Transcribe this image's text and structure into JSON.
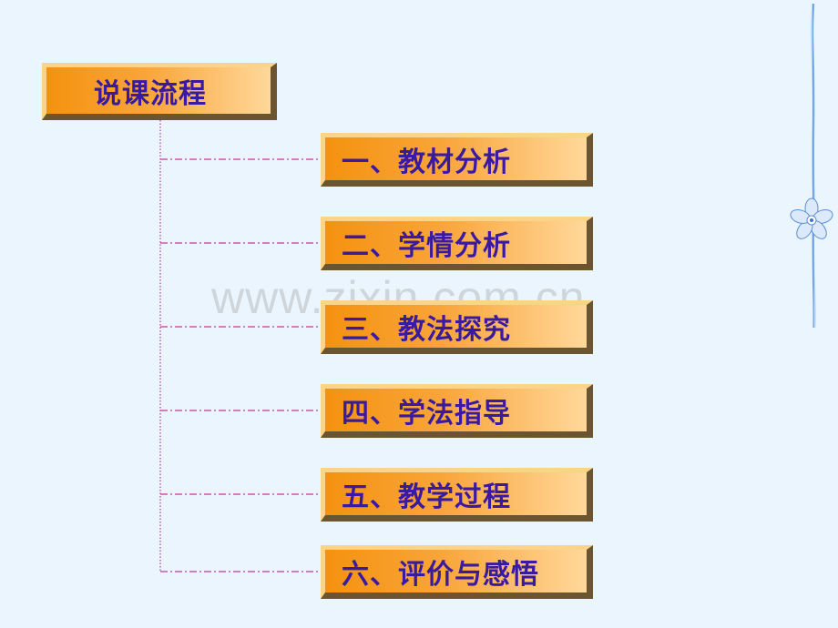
{
  "flow": {
    "title": "说课流程",
    "items": [
      "一、教材分析",
      "二、学情分析",
      "三、教法探究",
      "四、学法指导",
      "五、教学过程",
      "六、评价与感悟"
    ]
  },
  "watermark": "www.zixin.com.cn",
  "colors": {
    "background": "#eaf5fd",
    "box_fill": "#f9a53a",
    "box_text": "#3a1aa0",
    "connector": "#c0399a"
  },
  "decoration": {
    "icon": "flower-icon"
  }
}
